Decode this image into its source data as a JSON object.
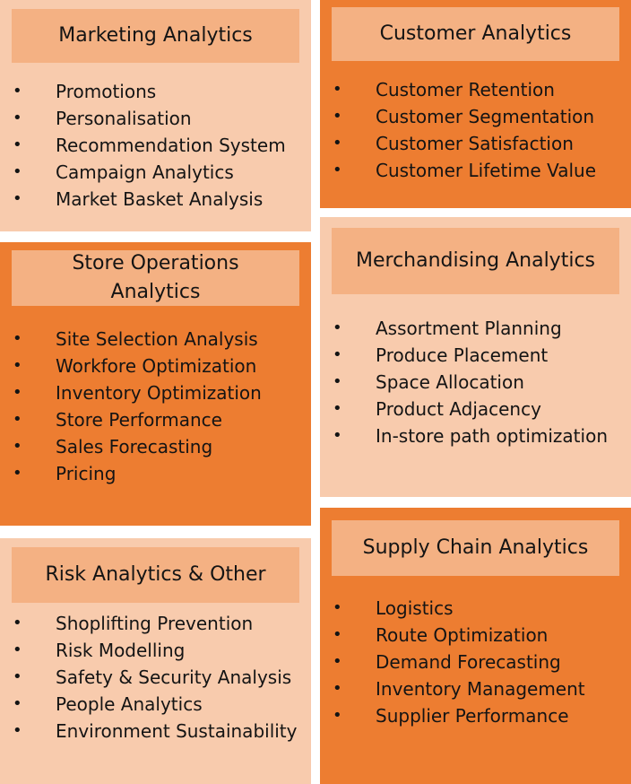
{
  "panels": [
    {
      "title": "Marketing Analytics",
      "items": [
        "Promotions",
        "Personalisation",
        "Recommendation System",
        "Campaign Analytics",
        "Market Basket Analysis"
      ]
    },
    {
      "title": "Customer Analytics",
      "items": [
        "Customer Retention",
        "Customer Segmentation",
        "Customer Satisfaction",
        "Customer Lifetime Value"
      ]
    },
    {
      "title_line1": "Store Operations",
      "title_line2": "Analytics",
      "items": [
        "Site Selection Analysis",
        "Workfore Optimization",
        "Inventory Optimization",
        "Store Performance",
        "Sales Forecasting",
        "Pricing"
      ]
    },
    {
      "title": "Merchandising Analytics",
      "items": [
        "Assortment Planning",
        "Produce Placement",
        "Space Allocation",
        "Product Adjacency",
        "In-store path optimization"
      ]
    },
    {
      "title": "Risk Analytics & Other",
      "items": [
        "Shoplifting Prevention",
        "Risk Modelling",
        "Safety & Security Analysis",
        "People Analytics",
        "Environment Sustainability"
      ]
    },
    {
      "title": "Supply Chain Analytics",
      "items": [
        "Logistics",
        "Route Optimization",
        "Demand Forecasting",
        "Inventory Management",
        "Supplier Performance"
      ]
    }
  ],
  "colors": {
    "light_panel": "#f8cbad",
    "dark_panel": "#ed7d31",
    "header": "#f4b183",
    "text": "#141414"
  },
  "bullet": "•"
}
